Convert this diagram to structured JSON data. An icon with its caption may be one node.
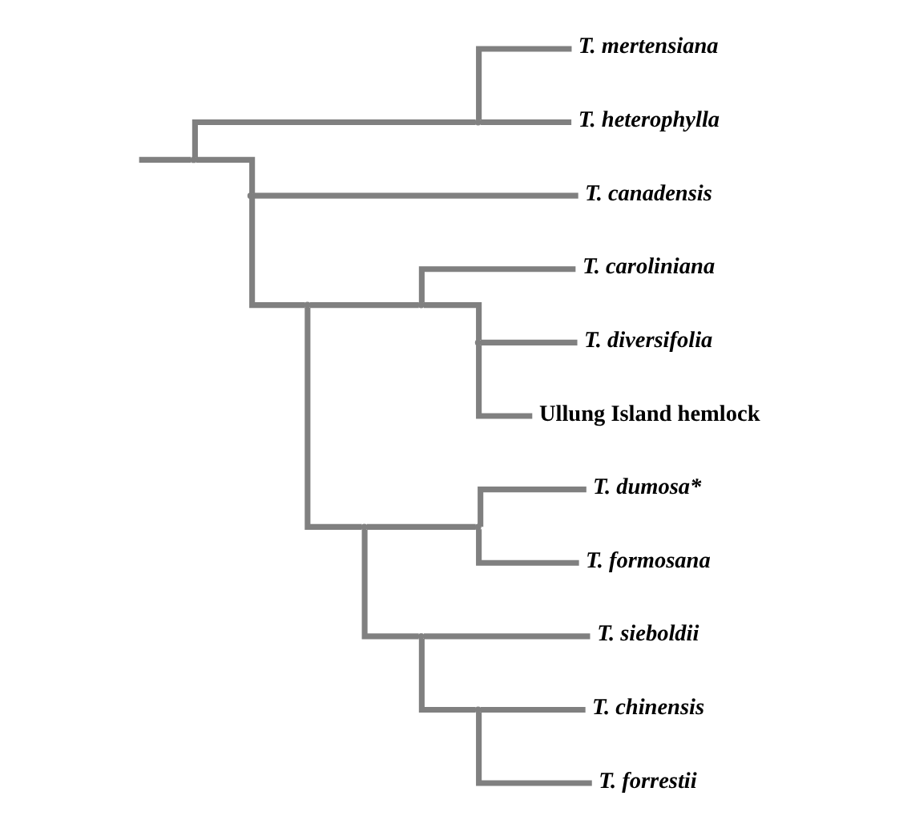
{
  "diagram": {
    "nodes": [
      {
        "text": [],
        "shape": "point"
      },
      {
        "text": [],
        "shape": "point"
      },
      {
        "text": [
          "T. mertensiana"
        ]
      },
      {
        "text": [
          "T. heterophylla"
        ]
      },
      {
        "text": [],
        "shape": "point"
      },
      {
        "text": [
          "T. canadensis"
        ]
      },
      {
        "text": [],
        "shape": "point"
      },
      {
        "text": [],
        "shape": "point"
      },
      {
        "text": [
          "T. caroliniana"
        ]
      },
      {
        "text": [],
        "shape": "point"
      },
      {
        "text": [
          "T. diversifolia"
        ]
      },
      {
        "text": [
          "Ullung Island hemlock"
        ]
      },
      {
        "text": [],
        "shape": "point"
      },
      {
        "text": [],
        "shape": "point"
      },
      {
        "text": [
          "T. dumosa*"
        ]
      },
      {
        "text": [
          "T. formosana"
        ]
      },
      {
        "text": [],
        "shape": "point"
      },
      {
        "text": [
          "T. sieboldii"
        ]
      },
      {
        "text": [],
        "shape": "point"
      },
      {
        "text": [
          "T. chinensis"
        ]
      },
      {
        "text": [
          "T. forrestii"
        ]
      }
    ],
    "edges": [
      {
        "from": null,
        "to": 0,
        "arrow": "none"
      },
      {
        "from": 0,
        "to": 1,
        "arrow": "none"
      },
      {
        "from": 1,
        "to": 2,
        "arrow": "none"
      },
      {
        "from": 1,
        "to": 3,
        "arrow": "none"
      },
      {
        "from": 0,
        "to": 4,
        "arrow": "none"
      },
      {
        "from": 4,
        "to": 5,
        "arrow": "none"
      },
      {
        "from": 4,
        "to": 6,
        "arrow": "none"
      },
      {
        "from": 6,
        "to": 7,
        "arrow": "none"
      },
      {
        "from": 7,
        "to": 8,
        "arrow": "none"
      },
      {
        "from": 7,
        "to": 9,
        "arrow": "none"
      },
      {
        "from": 9,
        "to": 10,
        "arrow": "none"
      },
      {
        "from": 9,
        "to": 11,
        "arrow": "none"
      },
      {
        "from": 6,
        "to": 12,
        "arrow": "none"
      },
      {
        "from": 12,
        "to": 13,
        "arrow": "none"
      },
      {
        "from": 13,
        "to": 14,
        "arrow": "none"
      },
      {
        "from": 13,
        "to": 15,
        "arrow": "none"
      },
      {
        "from": 12,
        "to": 16,
        "arrow": "none"
      },
      {
        "from": 16,
        "to": 17,
        "arrow": "none"
      },
      {
        "from": 16,
        "to": 18,
        "arrow": "none"
      },
      {
        "from": 18,
        "to": 19,
        "arrow": "none"
      },
      {
        "from": 18,
        "to": 20,
        "arrow": "none"
      }
    ]
  }
}
